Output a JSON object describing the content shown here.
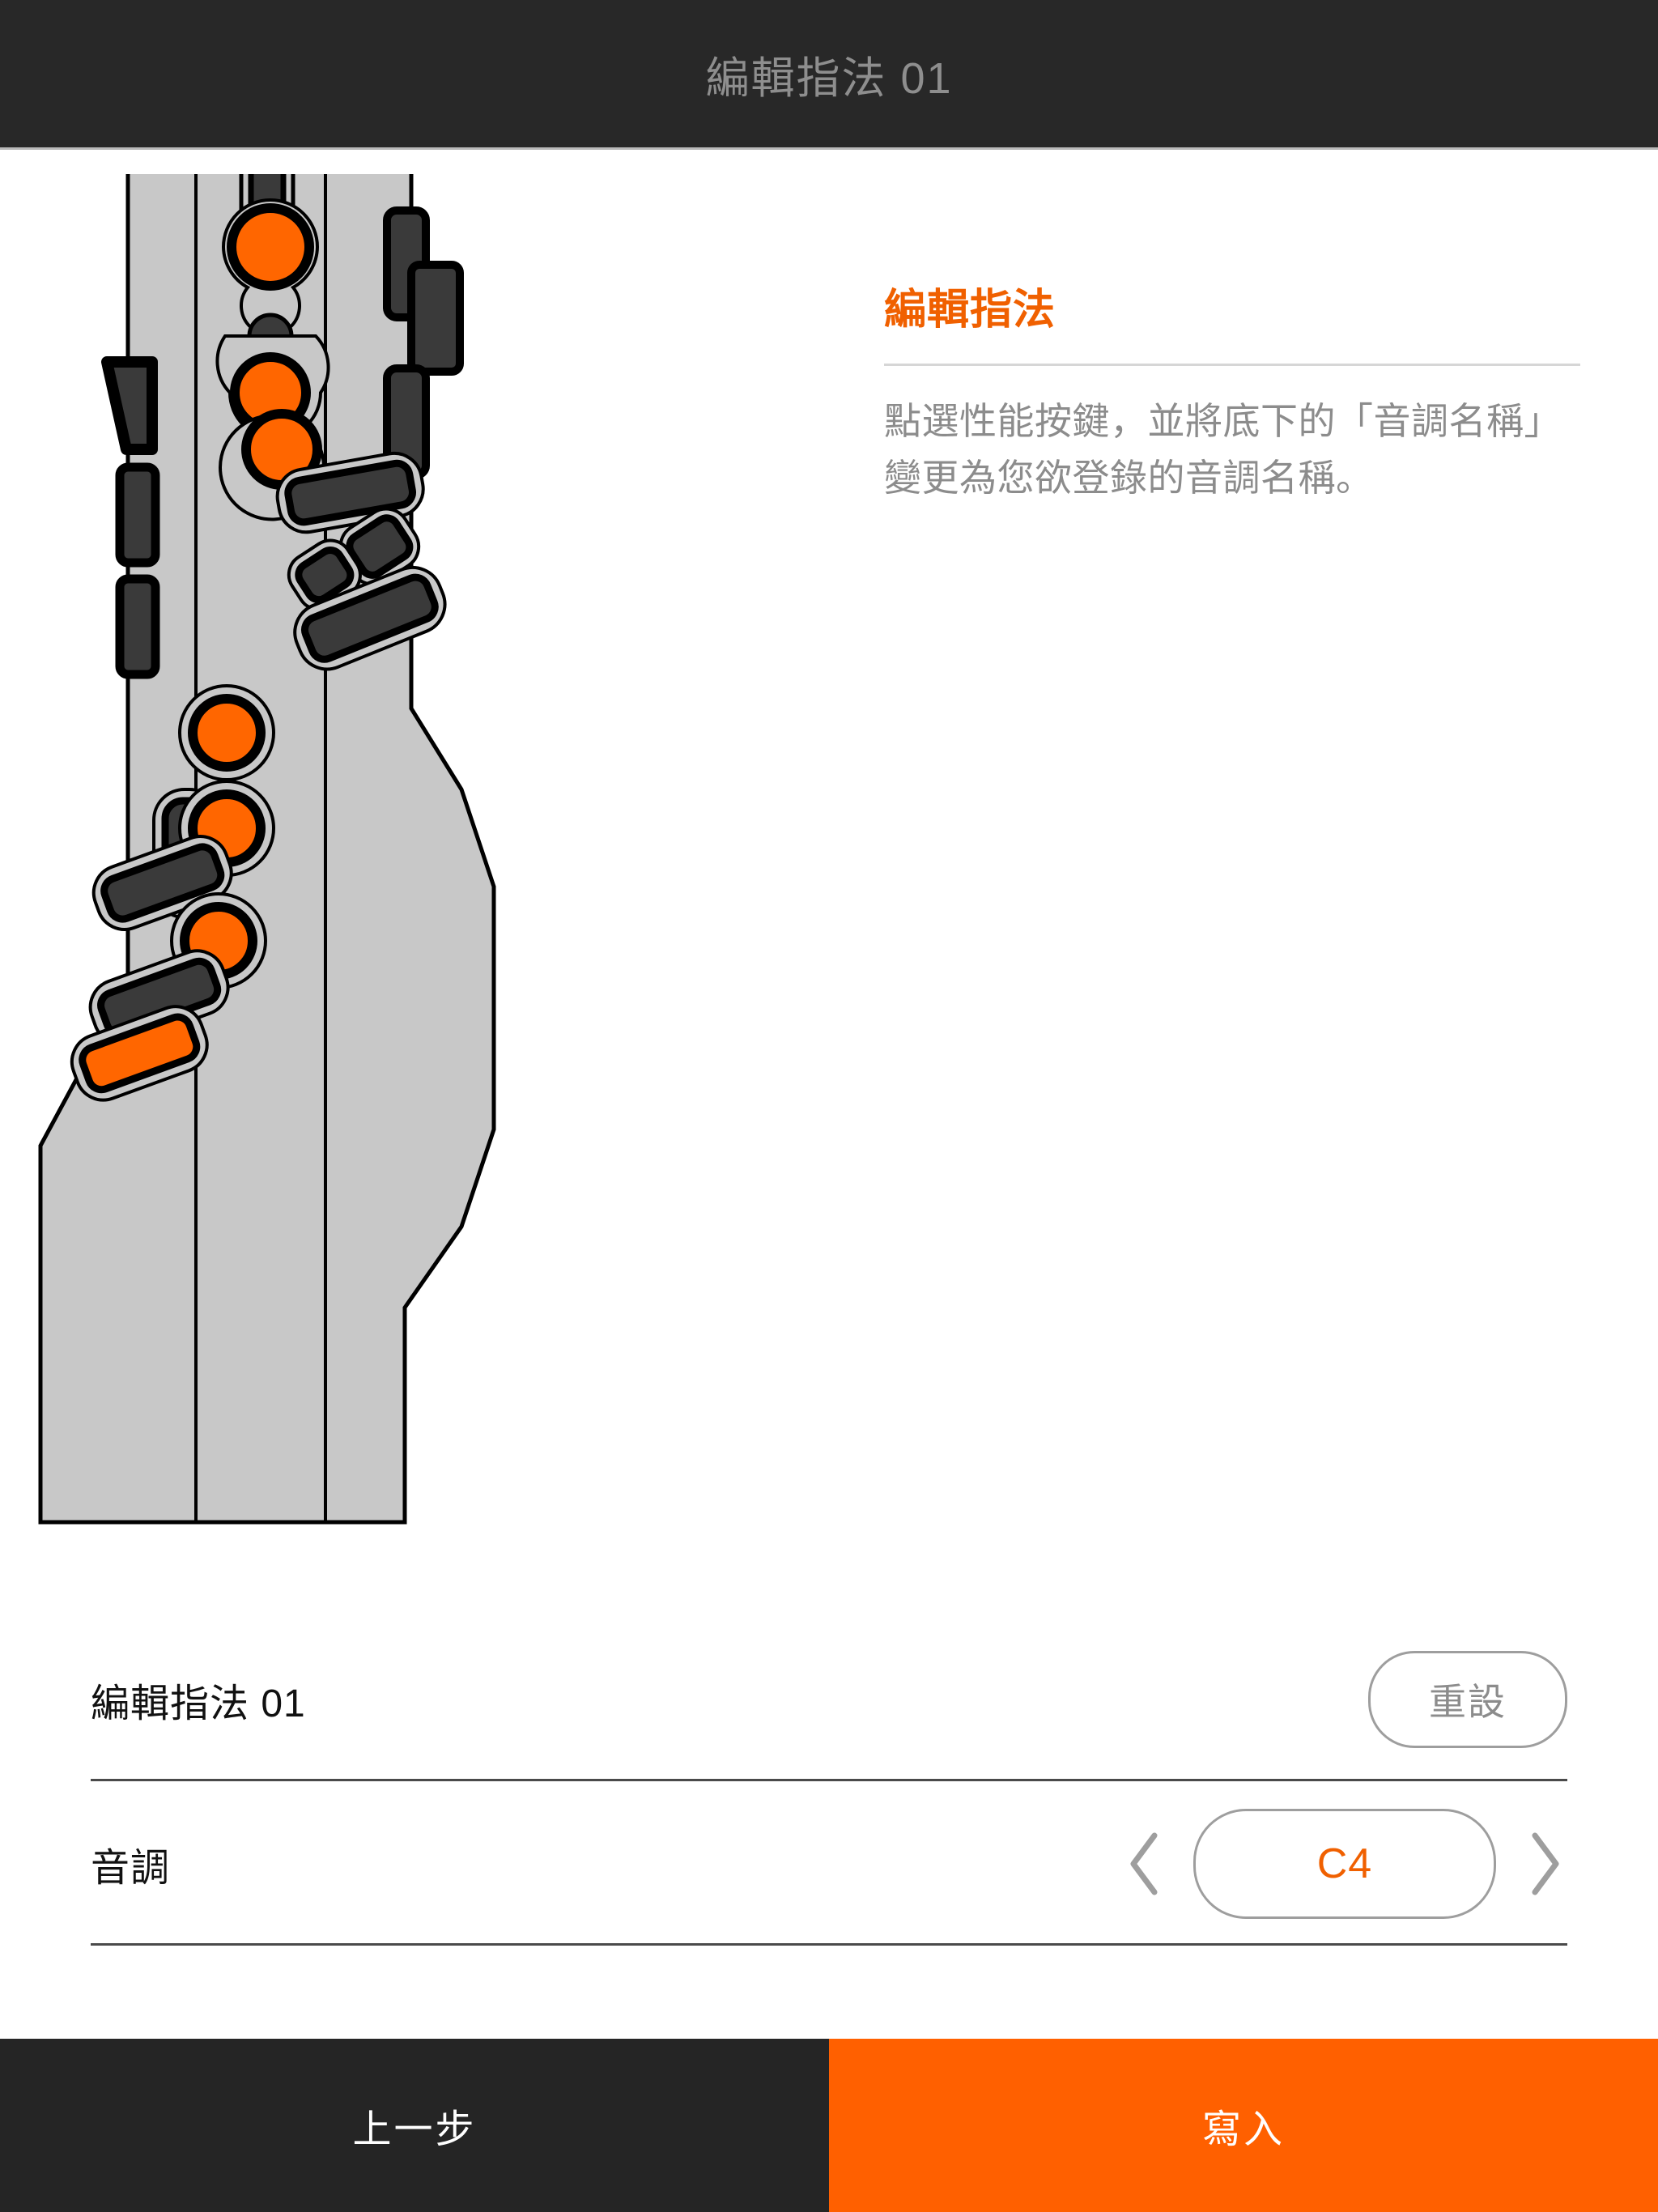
{
  "header": {
    "title": "編輯指法 01"
  },
  "info": {
    "heading": "編輯指法",
    "body": "點選性能按鍵，並將底下的「音調名稱」變更為您欲登錄的音調名稱。"
  },
  "form": {
    "name_row": {
      "label": "編輯指法 01",
      "reset_label": "重設"
    },
    "pitch_row": {
      "label": "音調",
      "prev_icon": "chevron-left-icon",
      "value": "C4",
      "next_icon": "chevron-right-icon"
    }
  },
  "bottom": {
    "prev_label": "上一步",
    "write_label": "寫入"
  },
  "colors": {
    "accent_orange": "#ff6000",
    "heading_orange": "#f06000",
    "dark_bar": "#252525",
    "body_gray": "#c8c8c8",
    "key_dark": "#3a3a3a",
    "outline": "#000000",
    "muted_text": "#8c8c8c"
  },
  "diagram": {
    "name": "woodwind-fingering-chart",
    "description": "指法圖",
    "selected_color": "#ff6000",
    "tone_holes": [
      {
        "id": "hole-1",
        "state": "selected"
      },
      {
        "id": "hole-2-small",
        "state": "unselected"
      },
      {
        "id": "hole-3",
        "state": "selected"
      },
      {
        "id": "hole-4",
        "state": "selected"
      },
      {
        "id": "hole-5",
        "state": "selected"
      },
      {
        "id": "hole-6",
        "state": "selected"
      },
      {
        "id": "hole-7",
        "state": "selected"
      }
    ],
    "keys": [
      {
        "id": "octave-key-top",
        "state": "unselected"
      },
      {
        "id": "right-side-key-1",
        "state": "unselected"
      },
      {
        "id": "right-side-key-2",
        "state": "unselected"
      },
      {
        "id": "right-side-key-3",
        "state": "unselected"
      },
      {
        "id": "left-trapezoid-key",
        "state": "unselected"
      },
      {
        "id": "left-side-key-1",
        "state": "unselected"
      },
      {
        "id": "left-side-key-2",
        "state": "unselected"
      },
      {
        "id": "left-small-key",
        "state": "unselected"
      },
      {
        "id": "upper-bar-key",
        "state": "unselected"
      },
      {
        "id": "mid-small-key-a",
        "state": "unselected"
      },
      {
        "id": "mid-small-key-b",
        "state": "unselected"
      },
      {
        "id": "mid-bar-key",
        "state": "unselected"
      },
      {
        "id": "lower-left-key-1",
        "state": "unselected"
      },
      {
        "id": "lower-left-key-2",
        "state": "unselected"
      },
      {
        "id": "lower-left-key-selected",
        "state": "selected"
      }
    ]
  }
}
